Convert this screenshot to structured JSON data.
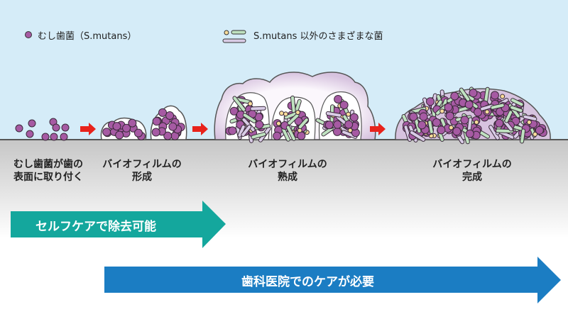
{
  "legend": {
    "mutans": "むし歯菌（S.mutans）",
    "others": "S.mutans 以外のさまざまな菌"
  },
  "stages": [
    {
      "line1": "むし歯菌が歯の",
      "line2": "表面に取り付く"
    },
    {
      "line1": "バイオフィルムの",
      "line2": "形成"
    },
    {
      "line1": "バイオフィルムの",
      "line2": "熟成"
    },
    {
      "line1": "バイオフィルムの",
      "line2": "完成"
    }
  ],
  "arrows": {
    "self_care": "セルフケアで除去可能",
    "dental_care": "歯科医院でのケアが必要"
  },
  "colors": {
    "sky": "#d5ecf8",
    "mutans": "#a65aa3",
    "cocci": "#f8dc9a",
    "rod_green": "#bfe2c0",
    "rod_purple": "#d9cce6",
    "plaque": "#d7c3df",
    "teal": "#14a79d",
    "blue": "#1b7dc3",
    "red_arrow": "#e8231c"
  }
}
